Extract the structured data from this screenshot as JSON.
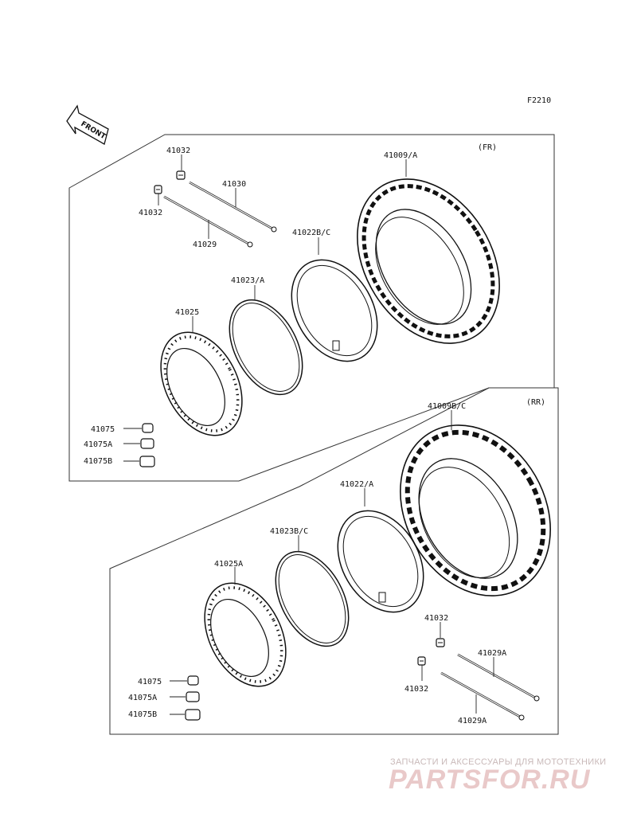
{
  "drawing_code": "F2210",
  "front_arrow_label": "FRONT",
  "front_section": {
    "tag": "(FR)",
    "labels": {
      "cap_upper": "41032",
      "cap_lower": "41032",
      "spoke_upper": "41030",
      "spoke_lower": "41029",
      "rim": "41025",
      "rim_band": "41023/A",
      "tube": "41022B/C",
      "tire": "41009/A",
      "weight_a": "41075",
      "weight_b": "41075A",
      "weight_c": "41075B"
    }
  },
  "rear_section": {
    "tag": "(RR)",
    "labels": {
      "tire": "41009B/C",
      "tube": "41022/A",
      "rim_band": "41023B/C",
      "rim": "41025A",
      "cap_upper": "41032",
      "cap_lower": "41032",
      "spoke_upper": "41029A",
      "spoke_lower": "41029A",
      "weight_a": "41075",
      "weight_b": "41075A",
      "weight_c": "41075B"
    }
  },
  "watermark": {
    "tagline": "ЗАПЧАСТИ И АКСЕССУАРЫ ДЛЯ МОТОТЕХНИКИ",
    "brand": "PARTSFOR.RU"
  }
}
